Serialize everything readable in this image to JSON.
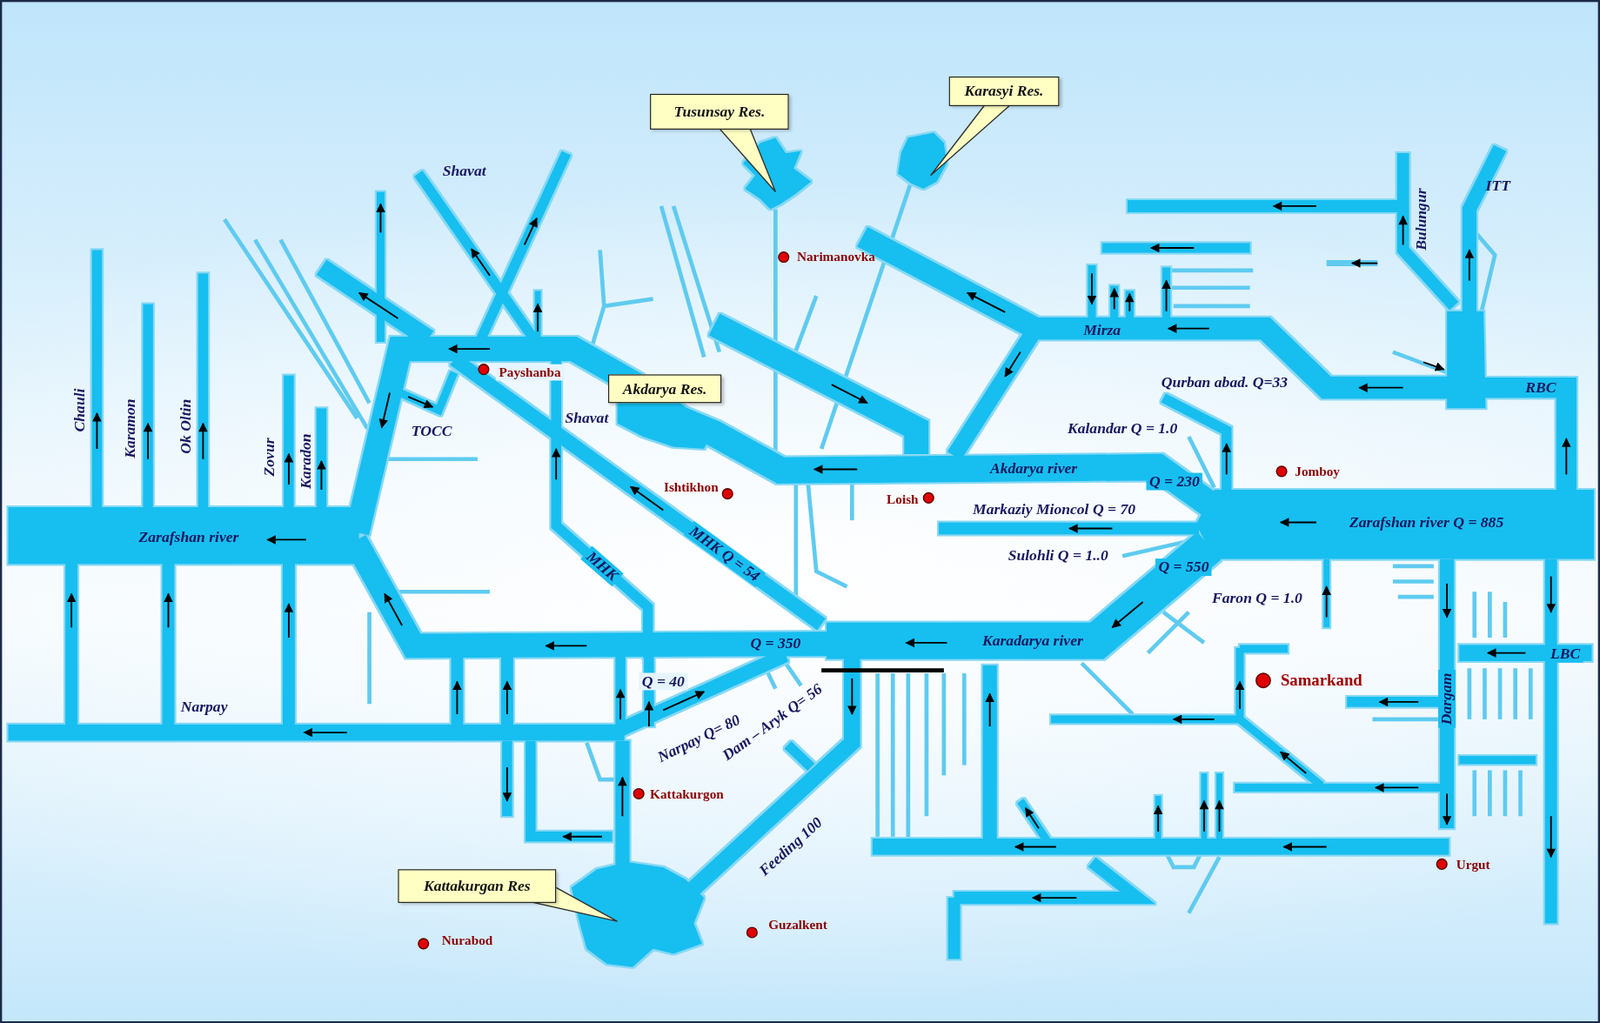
{
  "diagram": {
    "nodes": [
      {
        "text": [
          "Tusunsay Res."
        ]
      },
      {
        "text": [
          "Karasyi Res."
        ]
      },
      {
        "text": [
          "Akdarya Res."
        ]
      },
      {
        "text": [
          "Kattakurgan Res"
        ]
      }
    ],
    "labels": [
      "Shavat",
      "ITT",
      "Bulungur",
      "Narimanovka",
      "Mirza",
      "RBC",
      "Qurban abad. Q=33",
      "Payshanba",
      "TOCC",
      "Shavat",
      "Kalandar Q = 1.0",
      "Akdarya river",
      "Jomboy",
      "Q = 230",
      "Chauli",
      "Karamon",
      "Ok Oltin",
      "Zovur",
      "Karadon",
      "Ishtikhon",
      "Loish",
      "Markaziy Mioncol Q = 70",
      "Zarafshan river Q = 885",
      "Zarafshan river",
      "MHK",
      "MHK Q = 54",
      "Sulohli Q = 1..0",
      "Q = 550",
      "Faron Q = 1.0",
      "Q = 350",
      "Karadarya river",
      "LBC",
      "Samarkand",
      "Dargam",
      "Q = 40",
      "Narpay",
      "Narpay Q= 80",
      "Dam – Aryk Q= 56",
      "Kattakurgon",
      "Feeding 100",
      "Urgut",
      "Nurabod",
      "Guzalkent"
    ]
  }
}
